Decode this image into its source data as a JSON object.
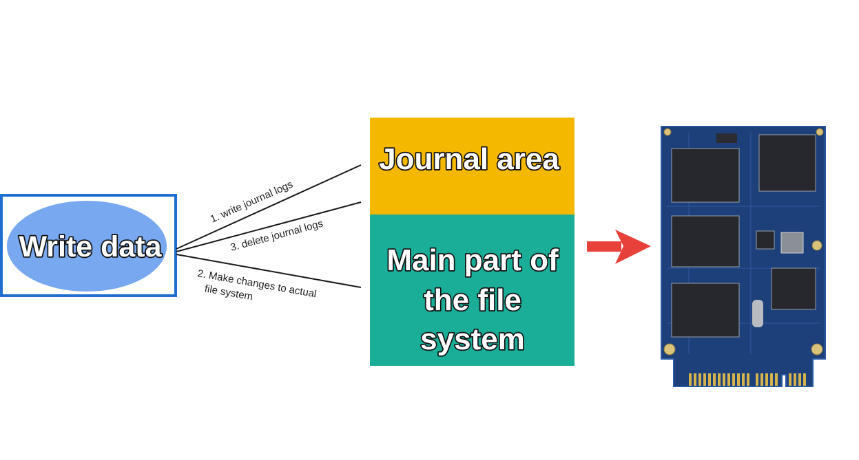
{
  "source_node": {
    "label": "Write data"
  },
  "journal_area": {
    "label": "Journal area",
    "color": "#f5b800"
  },
  "main_area": {
    "lines": [
      "Main part of",
      "the file",
      "system"
    ],
    "color": "#1aae98"
  },
  "edges": [
    {
      "label": "1. write journal logs"
    },
    {
      "label": "3. delete journal logs"
    },
    {
      "label": "2. Make changes to actual",
      "label_line2": "file system"
    }
  ],
  "colors": {
    "box_border": "#1f6fd1",
    "ellipse": "#78a8f0",
    "arrow": "#e8413a",
    "pcb": "#1d3f7a"
  },
  "icons": {
    "storage": "ssd-circuit-board-icon",
    "arrow": "right-arrow-icon"
  }
}
